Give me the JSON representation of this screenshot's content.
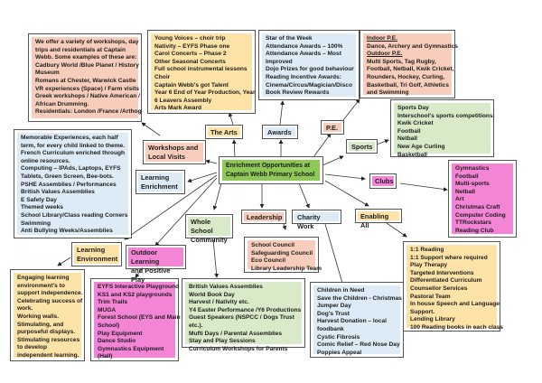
{
  "center": {
    "line1": "Enrichment Opportunities at",
    "line2": "Captain Webb Primary School"
  },
  "labels": {
    "the_arts": "The Arts",
    "awards": "Awards",
    "pe": "P.E.",
    "sports": "Sports",
    "workshops_1": "Workshops and",
    "workshops_2": "Local Visits",
    "learning_enrichment_1": "Learning",
    "learning_enrichment_2": "Enrichment",
    "clubs": "Clubs",
    "enabling_all": "Enabling All",
    "charity_work": "Charity Work",
    "leadership": "Leadership",
    "whole_school_1": "Whole School",
    "whole_school_2": "Community",
    "outdoor_1": "Outdoor Learning",
    "outdoor_2": "and Positive Play",
    "learning_env_1": "Learning",
    "learning_env_2": "Environment"
  },
  "workshops_box": [
    "We offer a variety of workshops, day",
    "trips and residentials at Captain",
    "Webb. Some examples of these are:",
    "Cadbury World /Blue Planet / History",
    "Museum",
    "Romans at Chester, Warwick Castle",
    "VR experiences (Space) / Farm visits",
    "Greek workshops / Native American /",
    "African Drumming.",
    "Residentials: London /France /Arthog"
  ],
  "arts_box": [
    "Young Voices – choir trip",
    "Nativity – EYFS Phase one",
    "Carol Concerts – Phase 2",
    "Other Seasonal Concerts",
    "Full school instrumental lessons",
    "Choir",
    "Captain Webb's got Talent",
    "Year 6 End of Year Production, Year",
    "6 Leavers Assembly",
    "Arts Mark Award"
  ],
  "awards_box": [
    "Star of the Week",
    "Attendance Awards – 100%",
    "Attendance Awards – Most",
    "Improved",
    "Dojo Prizes for good behaviour",
    "Reading Incentive Awards:",
    "Cinema/Circus/Magician/Disco",
    "Book Review Rewards"
  ],
  "pe_box": {
    "indoor_heading": "Indoor P.E.",
    "indoor_text": "Dance, Archery and Gymnastics",
    "outdoor_heading": "Outdoor P.E.",
    "outdoor_lines": [
      "Multi Sports, Tag Rugby,",
      "Football, Netball, Kwik Cricket,",
      "Rounders, Hockey, Curling,",
      "Basketball, Tri Golf, Athletics",
      "and Swimming"
    ]
  },
  "sports_box": [
    "Sports Day",
    "Interschool's sports competitions:",
    "Kwik Cricket",
    "Football",
    "Netball",
    "New Age Curling",
    "Basketball"
  ],
  "learning_enrichment_box": [
    "Memorable Experiences, each half",
    "term, for every child linked to theme.",
    "French Curriculum enriched through",
    "online resources.",
    "Computing – IPAds, Laptops, EYFS",
    "Tablets, Green Screen, Bee-bots.",
    "PSHE Assemblies / Performances",
    "British Values Assemblies",
    "E Safety Day",
    "Themed weeks",
    "School Library/Class reading Corners",
    "Swimming",
    "Anti Bullying Weeks/Assemblies"
  ],
  "clubs_box": [
    "Gymnastics",
    "Football",
    "Multi-sports",
    "Netball",
    "Art",
    "Christmas Craft",
    "Computer Coding",
    "TTRockstars",
    "Reading Club"
  ],
  "leadership_box": [
    "School Council",
    "Safeguarding Council",
    "Eco Council",
    "Library Leadership Team"
  ],
  "enabling_box": [
    "1:1 Reading",
    "1:1 Support where required",
    "Play Therapy",
    "Targeted Interventions",
    "Differentiated Curriculum",
    "Counsellor Services",
    "Pastoral Team",
    "In house Speech and Language",
    "Support.",
    "Lending Library",
    "100 Reading books in each class"
  ],
  "charity_box": [
    "Children in Need",
    "Save the Children - Christmas",
    "Jumper Day",
    "Dog's Trust",
    "Harvest Donation – local",
    "foodbank",
    "Cystic Fibrosis",
    "Comic Relief – Red Nose Day",
    "Poppies Appeal"
  ],
  "whole_school_box": [
    "British Values Assemblies",
    "World Book Day",
    "Harvest / Nativity etc.",
    "Y4 Easter Performance /Y6 Productions",
    "Guest Speakers (NSPCC / Dogs Trust",
    "etc.).",
    "Mufti Days / Parental Assemblies",
    "Stay and Play Sessions",
    "Curriculum Workshops for Parents"
  ],
  "outdoor_box": [
    "EYFS Interactive Playground",
    "KS1 and KS2 playgrounds",
    "Trim Trails",
    "MUGA",
    "Forest School (EYS and Main",
    "School)",
    "Play Equipment",
    "Dance Studio",
    "Gymnastics Equipment",
    "(Hall)"
  ],
  "learning_env_box": [
    "Engaging learning",
    "environment's to",
    "support independence.",
    "Celebrating success of",
    "work.",
    "Working walls.",
    "Stimulating, and",
    "purposeful displays.",
    "Stimulating resources",
    "to develop",
    "independent learning."
  ],
  "colors": {
    "pink": "#f8cdbb",
    "yellow": "#fde3a7",
    "blue": "#ddebf6",
    "green": "#d8eac8",
    "magenta": "#f484d6",
    "lime": "#8ec857",
    "border": "#555555"
  }
}
